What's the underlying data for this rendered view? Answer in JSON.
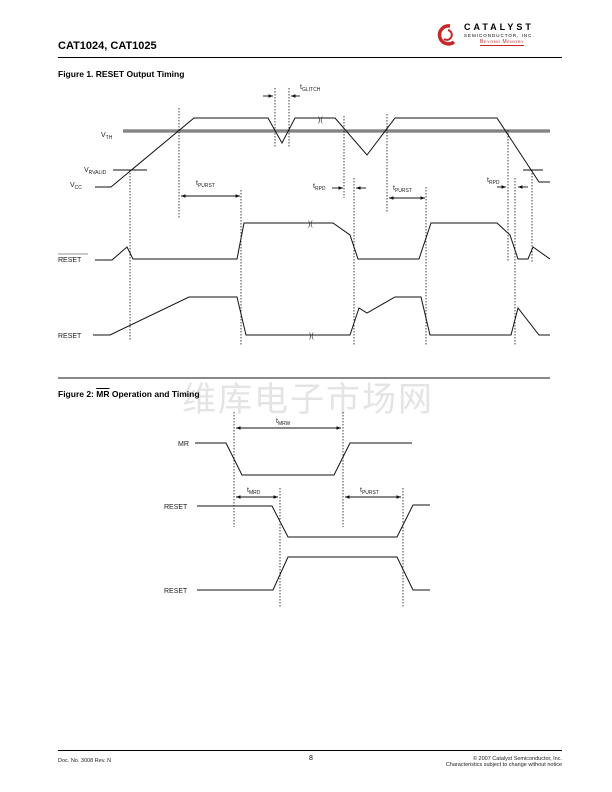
{
  "header": {
    "title": "CAT1024, CAT1025",
    "logo": {
      "name": "CATALYST",
      "sub": "SEMICONDUCTOR, INC.",
      "tagline": "Beyond Memory"
    }
  },
  "figure1": {
    "title": "Figure 1.  RESET Output Timing",
    "labels": {
      "vth": "V",
      "vth_sub": "TH",
      "vrvalid": "V",
      "vrvalid_sub": "RVALID",
      "vcc": "V",
      "vcc_sub": "CC",
      "tglitch": "t",
      "tglitch_sub": "GLITCH",
      "tpurst1": "t",
      "tpurst1_sub": "PURST",
      "trpd1": "t",
      "trpd1_sub": "RPD",
      "tpurst2": "t",
      "tpurst2_sub": "PURST",
      "trpd2": "t",
      "trpd2_sub": "RPD",
      "reset_bar": "RESET",
      "reset": "RESET"
    }
  },
  "watermark": "维库电子市场网",
  "figure2": {
    "title_prefix": "Figure 2:  ",
    "title_mr": "MR",
    "title_suffix": " Operation and Timing",
    "labels": {
      "mr": "MR",
      "reset_bar": "RESET",
      "reset": "RESET",
      "tmrw": "t",
      "tmrw_sub": "MRW",
      "tmrd": "t",
      "tmrd_sub": "MRD",
      "tpurst": "t",
      "tpurst_sub": "PURST"
    }
  },
  "footer": {
    "doc": "Doc. No. 3008 Rev. N",
    "page": "8",
    "copyright": "© 2007 Catalyst Semiconductor, Inc.",
    "notice": "Characteristics subject to change without notice"
  }
}
